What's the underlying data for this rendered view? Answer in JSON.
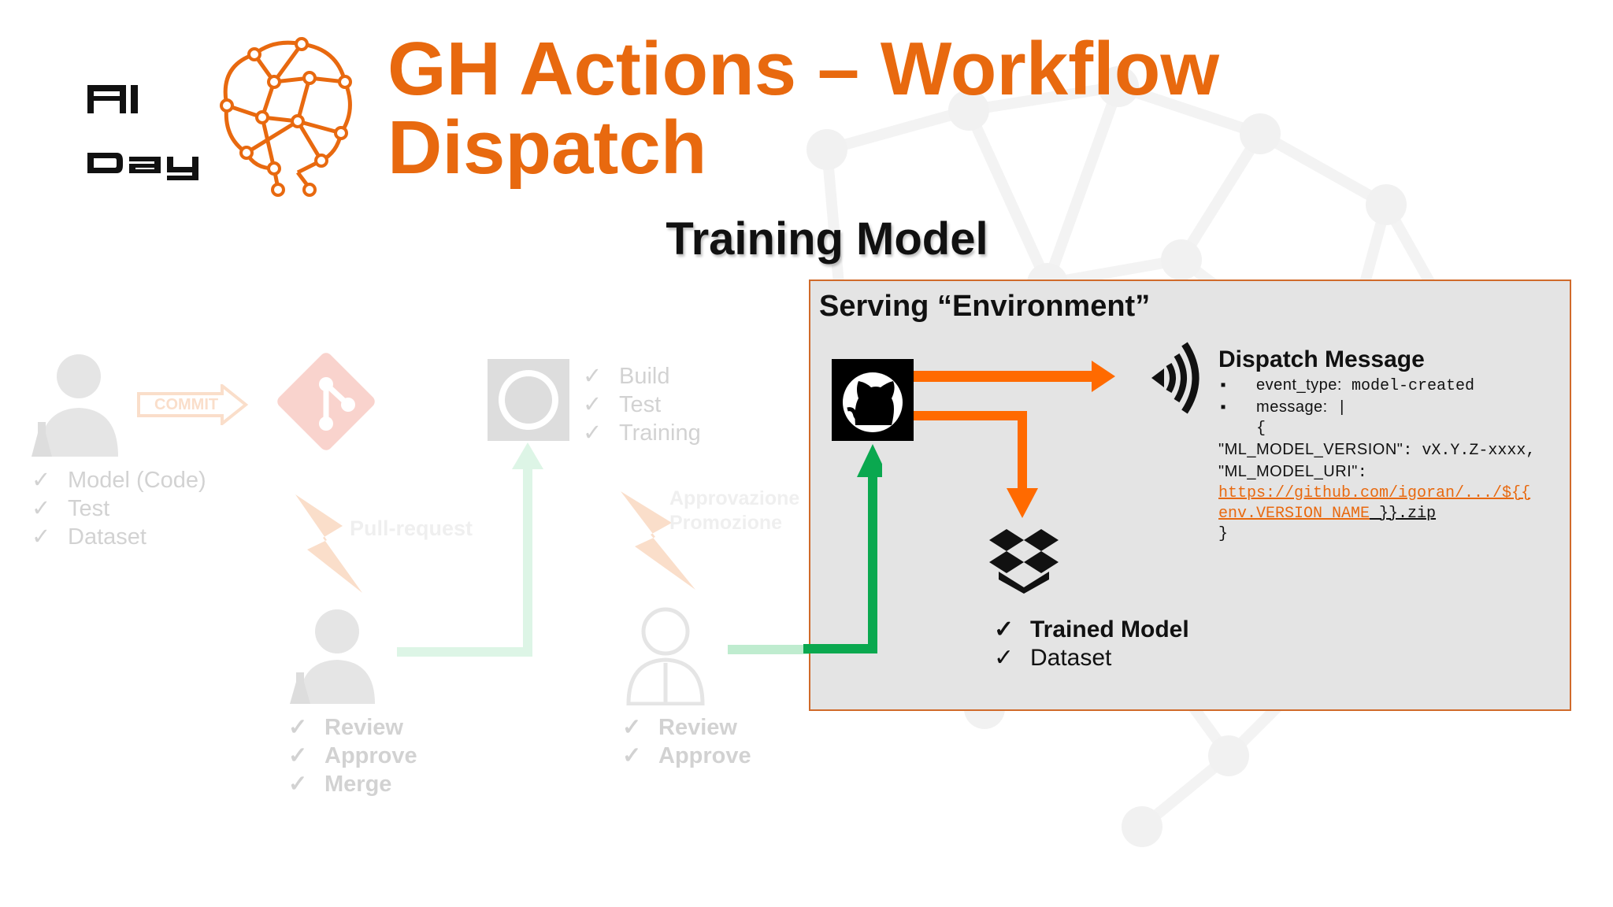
{
  "slide": {
    "title_line1": "GH Actions – Workflow",
    "title_line2": "Dispatch",
    "subtitle": "Training Model"
  },
  "logo": {
    "text_top": "AI",
    "text_bottom": "Day",
    "accent": "#e8690f"
  },
  "background_flow": {
    "scientist_checklist": [
      "Model (Code)",
      "Test",
      "Dataset"
    ],
    "commit_label": "COMMIT",
    "pull_request_label": "Pull-request",
    "build_checklist": [
      "Build",
      "Test",
      "Training"
    ],
    "approval_label_line1": "Approvazione",
    "approval_label_line2": "Promozione",
    "reviewer1_checklist": [
      "Review",
      "Approve",
      "Merge"
    ],
    "reviewer2_checklist": [
      "Review",
      "Approve"
    ]
  },
  "serving_box": {
    "title": "Serving “Environment”",
    "border_color": "#d06a2a",
    "dispatch_title": "Dispatch Message",
    "bullet_1_key": "event_type:",
    "bullet_1_value": " model-created",
    "bullet_2_key": "message:",
    "bullet_2_value": " |",
    "brace_open": "{",
    "line_version_key": "\"ML_MODEL_VERSION\"",
    "line_version_value": ": vX.Y.Z-xxxx,",
    "line_uri_key": "\"ML_MODEL_URI\"",
    "line_uri_value": ":",
    "link_part1": "https://github.com/igoran/.../${{",
    "link_part2": "env.VERSION_NAME",
    "link_tail": " }}.zip",
    "brace_close": "}",
    "artifacts": [
      "Trained Model",
      "Dataset"
    ],
    "arrow_color": "#ff6a00",
    "trigger_color": "#0aa84f"
  },
  "check_glyph": "✓",
  "bullet_glyph": "▪"
}
